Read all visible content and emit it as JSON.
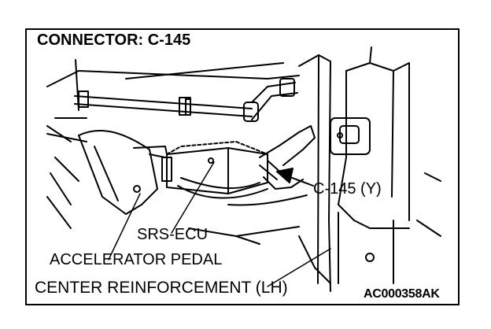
{
  "title": "CONNECTOR: C-145",
  "labels": {
    "connector": "C-145 (Y)",
    "srs_ecu": "SRS-ECU",
    "accelerator_pedal": "ACCELERATOR PEDAL",
    "center_reinforcement": "CENTER REINFORCEMENT (LH)"
  },
  "figure_code": "AC000358AK"
}
